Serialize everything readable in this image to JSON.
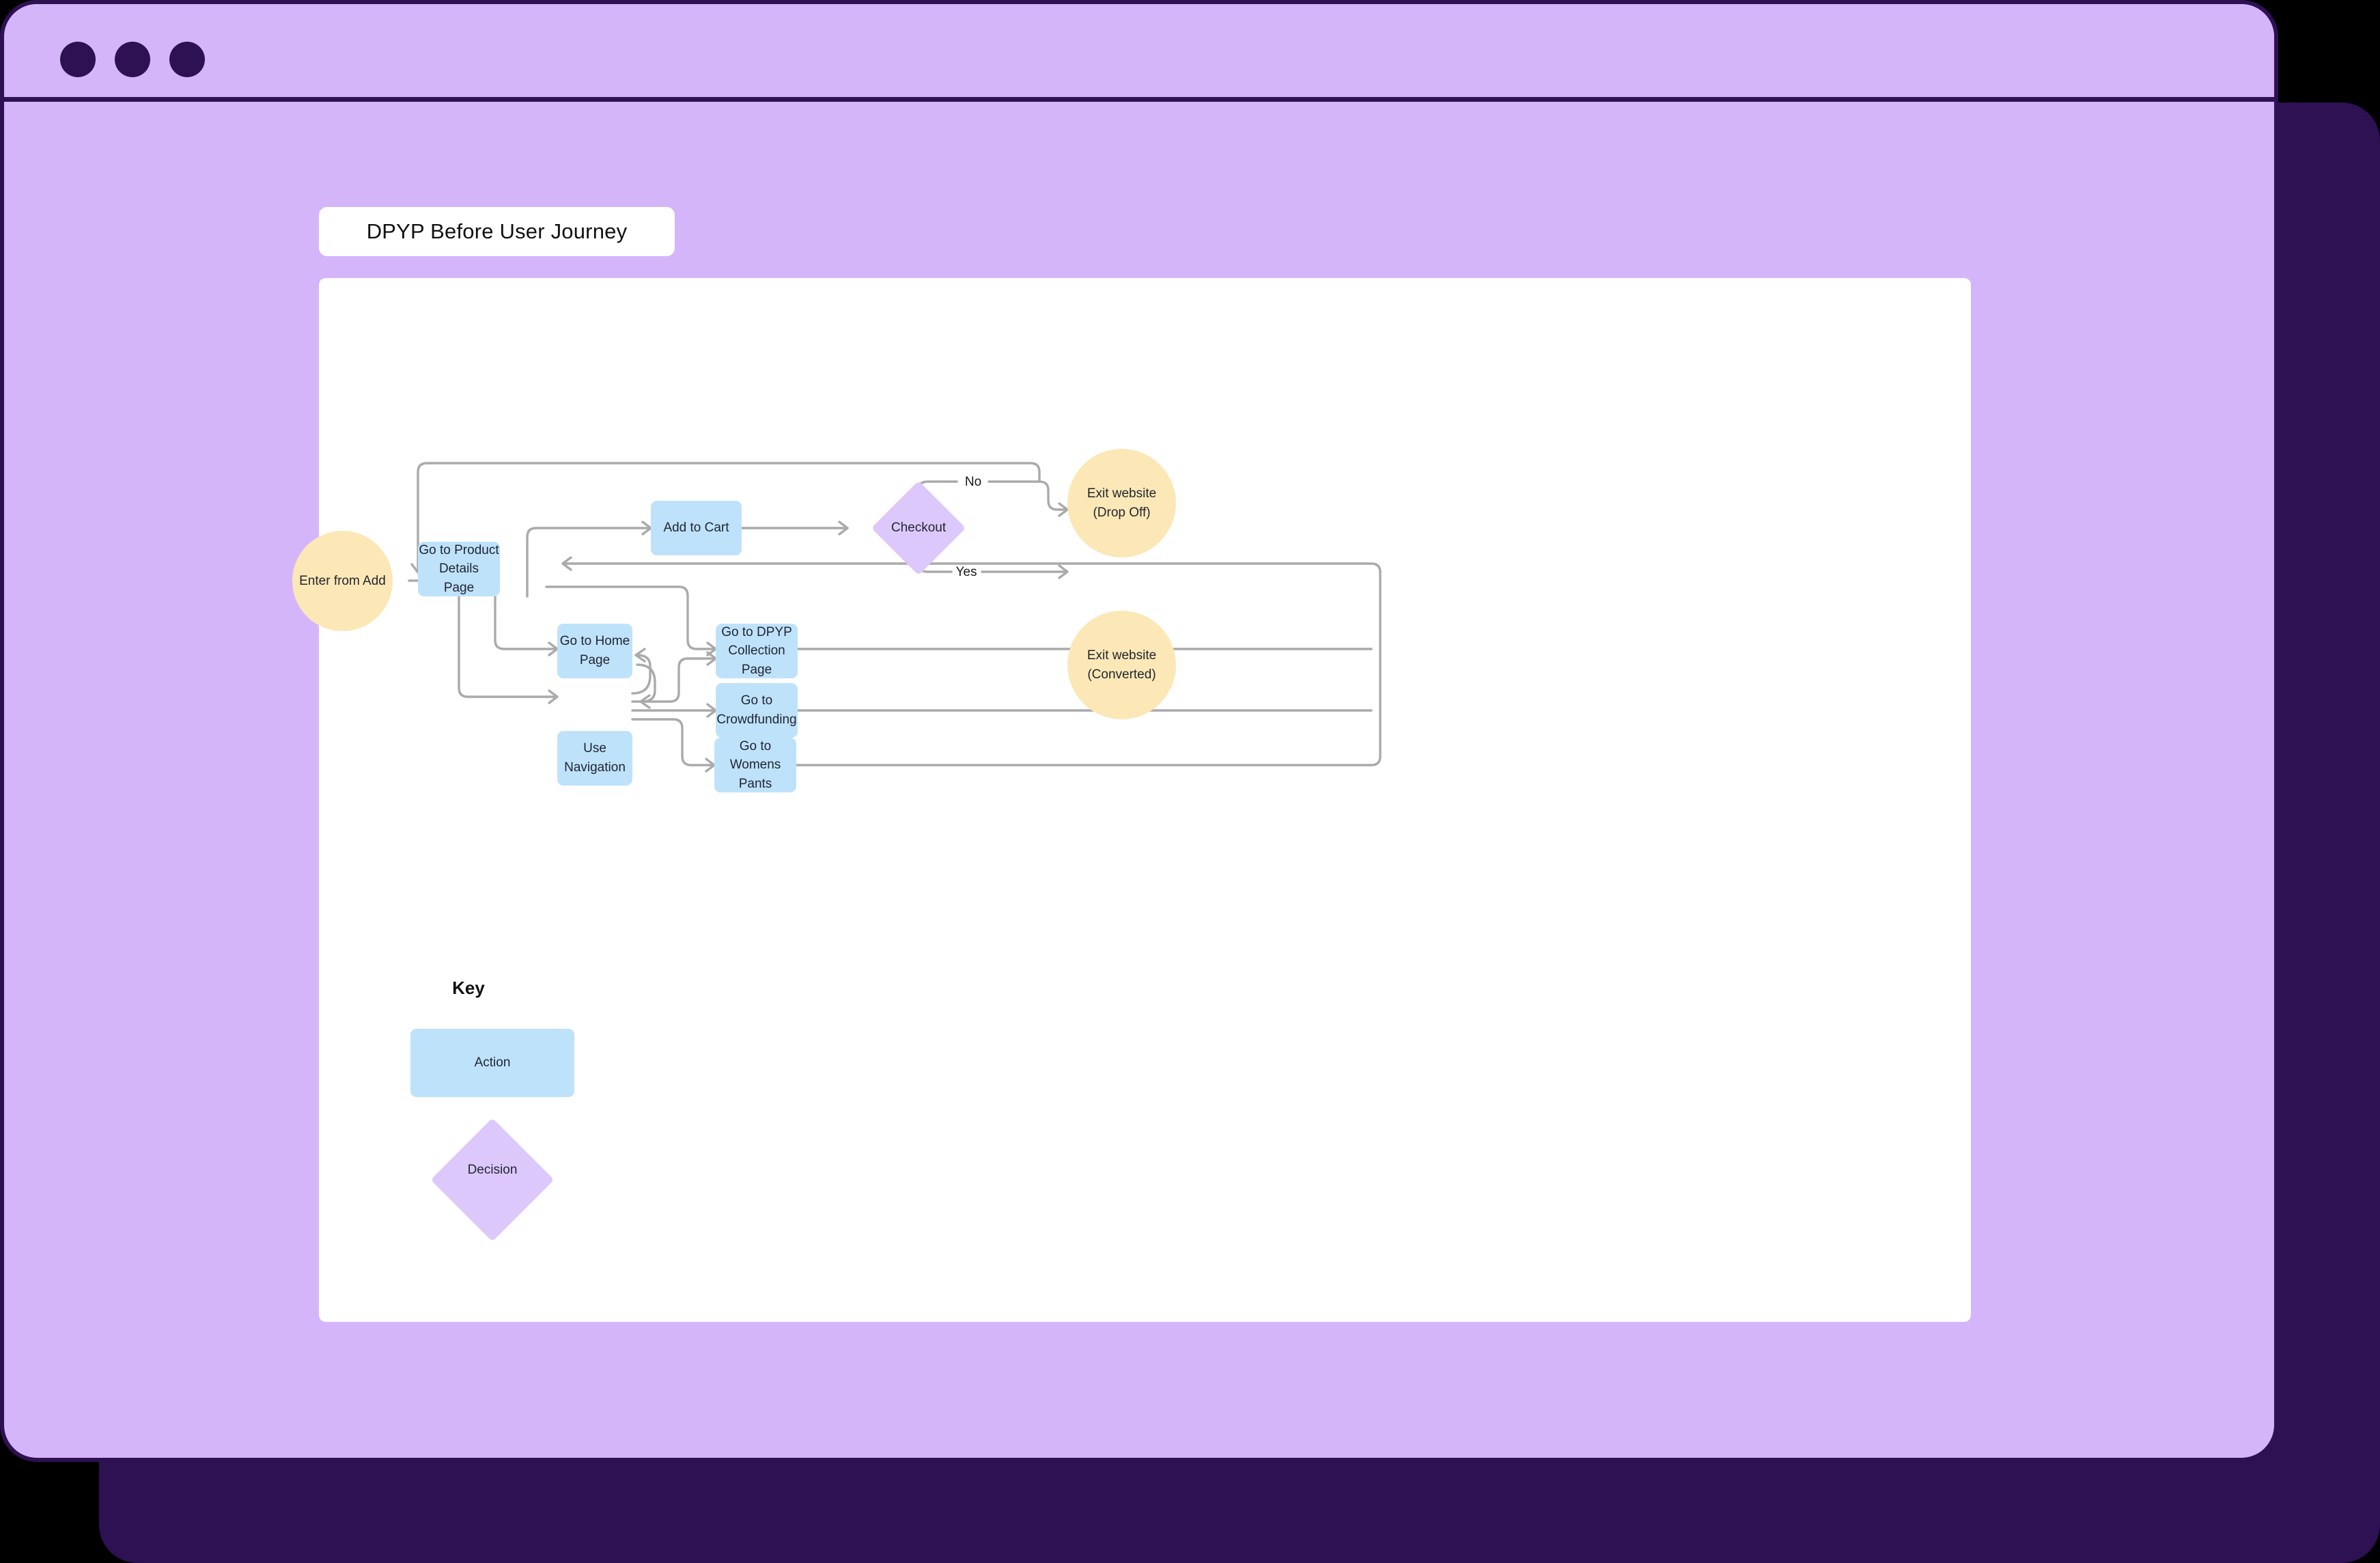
{
  "window": {
    "chrome": {
      "dots": [
        "close-dot",
        "minimize-dot",
        "maximize-dot"
      ],
      "bg_color": "#d5b5fa",
      "border_color": "#2d1152"
    },
    "backdrop_color": "#2d1152"
  },
  "title_pill": {
    "label": "DPYP Before User Journey"
  },
  "canvas": {
    "bg_color": "#ffffff"
  },
  "chart_data": {
    "type": "diagram",
    "title": "DPYP Before User Journey",
    "diagram_kind": "flowchart",
    "node_colors": {
      "action": "#bfe2fb",
      "decision": "#ddc8fb",
      "terminal": "#fce8b6"
    },
    "edge_color": "#aaaaaa",
    "nodes": [
      {
        "id": "enter",
        "label": "Enter from Add",
        "shape": "circle",
        "type": "terminal"
      },
      {
        "id": "pdp",
        "label": "Go to Product\nDetails\nPage",
        "shape": "rect",
        "type": "action"
      },
      {
        "id": "addcart",
        "label": "Add to Cart",
        "shape": "rect",
        "type": "action"
      },
      {
        "id": "checkout",
        "label": "Checkout",
        "shape": "diamond",
        "type": "decision"
      },
      {
        "id": "exit_drop",
        "label": "Exit website\n(Drop Off)",
        "shape": "circle",
        "type": "terminal"
      },
      {
        "id": "exit_conv",
        "label": "Exit website\n(Converted)",
        "shape": "circle",
        "type": "terminal"
      },
      {
        "id": "home",
        "label": "Go to Home Page",
        "shape": "rect",
        "type": "action"
      },
      {
        "id": "nav",
        "label": "Use Navigation",
        "shape": "rect",
        "type": "action"
      },
      {
        "id": "dpyp",
        "label": "Go to DPYP\nCollection Page",
        "shape": "rect",
        "type": "action"
      },
      {
        "id": "crowd",
        "label": "Go to\nCrowdfunding",
        "shape": "rect",
        "type": "action"
      },
      {
        "id": "womens",
        "label": "Go to Womens\nPants",
        "shape": "rect",
        "type": "action"
      }
    ],
    "edges": [
      {
        "from": "enter",
        "to": "pdp",
        "label": ""
      },
      {
        "from": "pdp",
        "to": "addcart",
        "label": ""
      },
      {
        "from": "addcart",
        "to": "checkout",
        "label": ""
      },
      {
        "from": "checkout",
        "to": "exit_drop",
        "label": "No"
      },
      {
        "from": "checkout",
        "to": "exit_conv",
        "label": "Yes"
      },
      {
        "from": "checkout",
        "to": "pdp",
        "label": "No"
      },
      {
        "from": "pdp",
        "to": "home",
        "label": ""
      },
      {
        "from": "pdp",
        "to": "nav",
        "label": ""
      },
      {
        "from": "pdp",
        "to": "dpyp",
        "label": ""
      },
      {
        "from": "nav",
        "to": "home",
        "label": ""
      },
      {
        "from": "nav",
        "to": "dpyp",
        "label": ""
      },
      {
        "from": "nav",
        "to": "crowd",
        "label": ""
      },
      {
        "from": "nav",
        "to": "womens",
        "label": ""
      },
      {
        "from": "dpyp",
        "to": "pdp",
        "label": ""
      },
      {
        "from": "crowd",
        "to": "pdp",
        "label": ""
      },
      {
        "from": "womens",
        "to": "pdp",
        "label": ""
      }
    ],
    "edge_labels": {
      "no": "No",
      "yes": "Yes"
    }
  },
  "nodes": {
    "enter": {
      "label": "Enter from Add"
    },
    "pdp": {
      "line1": "Go to Product",
      "line2": "Details",
      "line3": "Page"
    },
    "addcart": {
      "label": "Add to Cart"
    },
    "checkout": {
      "label": "Checkout"
    },
    "exit_drop": {
      "line1": "Exit website",
      "line2": "(Drop Off)"
    },
    "exit_conv": {
      "line1": "Exit website",
      "line2": "(Converted)"
    },
    "home": {
      "label": "Go to Home Page"
    },
    "nav": {
      "label": "Use Navigation"
    },
    "dpyp": {
      "line1": "Go to DPYP",
      "line2": "Collection Page"
    },
    "crowd": {
      "line1": "Go to",
      "line2": "Crowdfunding"
    },
    "womens": {
      "line1": "Go to Womens",
      "line2": "Pants"
    }
  },
  "edge_labels": {
    "no": "No",
    "yes": "Yes"
  },
  "key": {
    "title": "Key",
    "action_label": "Action",
    "decision_label": "Decision"
  }
}
